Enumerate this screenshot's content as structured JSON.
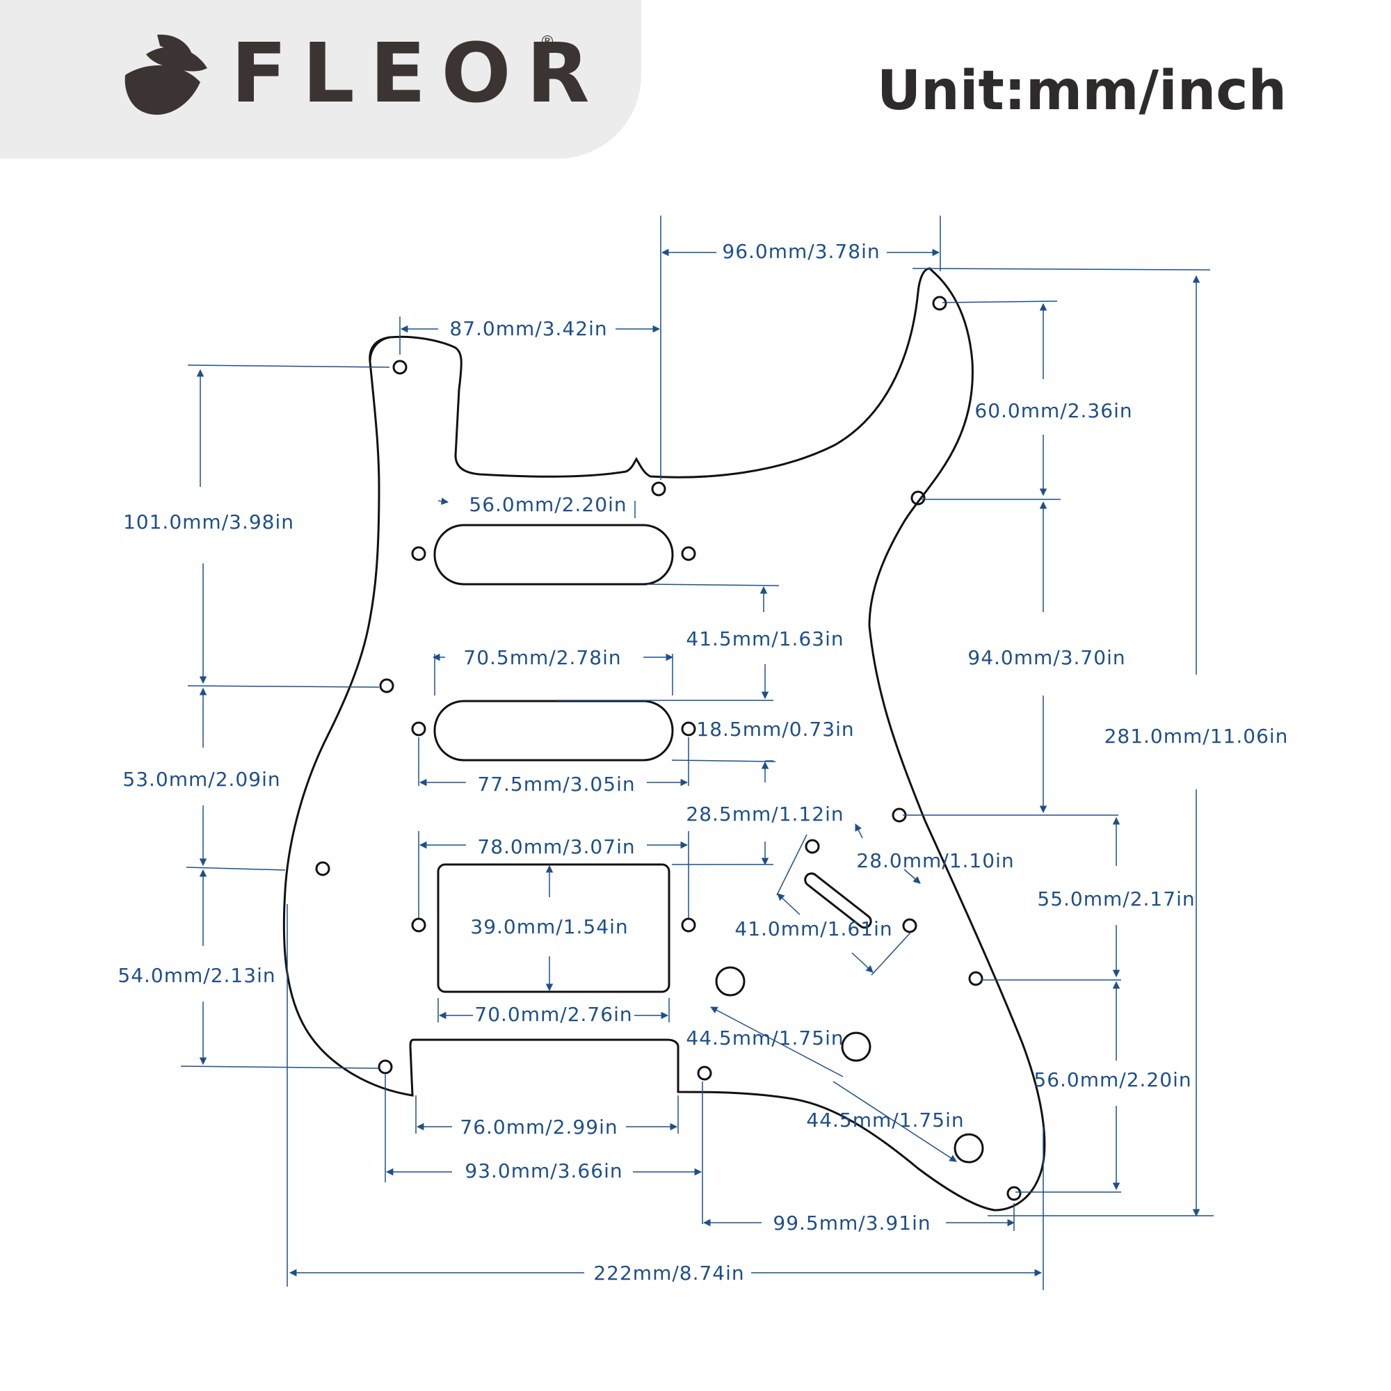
{
  "brand": {
    "name": "FLEOR",
    "trademark": "®",
    "logo": "leaf-logo"
  },
  "unit_label": "Unit:mm/inch",
  "colors": {
    "dimension": "#1d4f8a",
    "outline": "#111111",
    "header_bg": "#ececec",
    "brand_text": "#3b3432"
  },
  "dimensions": {
    "top_width": "96.0mm/3.78in",
    "horn_width": "87.0mm/3.42in",
    "top_right_hole": "60.0mm/2.36in",
    "left_upper": "101.0mm/3.98in",
    "pickup_slot_width": "56.0mm/2.20in",
    "neck_to_mid": "41.5mm/1.63in",
    "mid_outer_width": "70.5mm/2.78in",
    "right_mid": "94.0mm/3.70in",
    "total_height": "281.0mm/11.06in",
    "mid_pickup_height": "18.5mm/0.73in",
    "left_mid": "53.0mm/2.09in",
    "mid_hole_spacing": "77.5mm/3.05in",
    "mid_to_hb": "28.5mm/1.12in",
    "hb_hole_spacing": "78.0mm/3.07in",
    "switch_slot": "28.0mm/1.10in",
    "right_lower": "55.0mm/2.17in",
    "hb_height": "39.0mm/1.54in",
    "switch_holes": "41.0mm/1.61in",
    "left_lower": "54.0mm/2.13in",
    "hb_width": "70.0mm/2.76in",
    "knob_spacing_1": "44.5mm/1.75in",
    "right_bottom": "56.0mm/2.20in",
    "knob_spacing_2": "44.5mm/1.75in",
    "bridge_cut_width": "76.0mm/2.99in",
    "bottom_holes": "93.0mm/3.66in",
    "bottom_right": "99.5mm/3.91in",
    "total_width": "222mm/8.74in"
  }
}
